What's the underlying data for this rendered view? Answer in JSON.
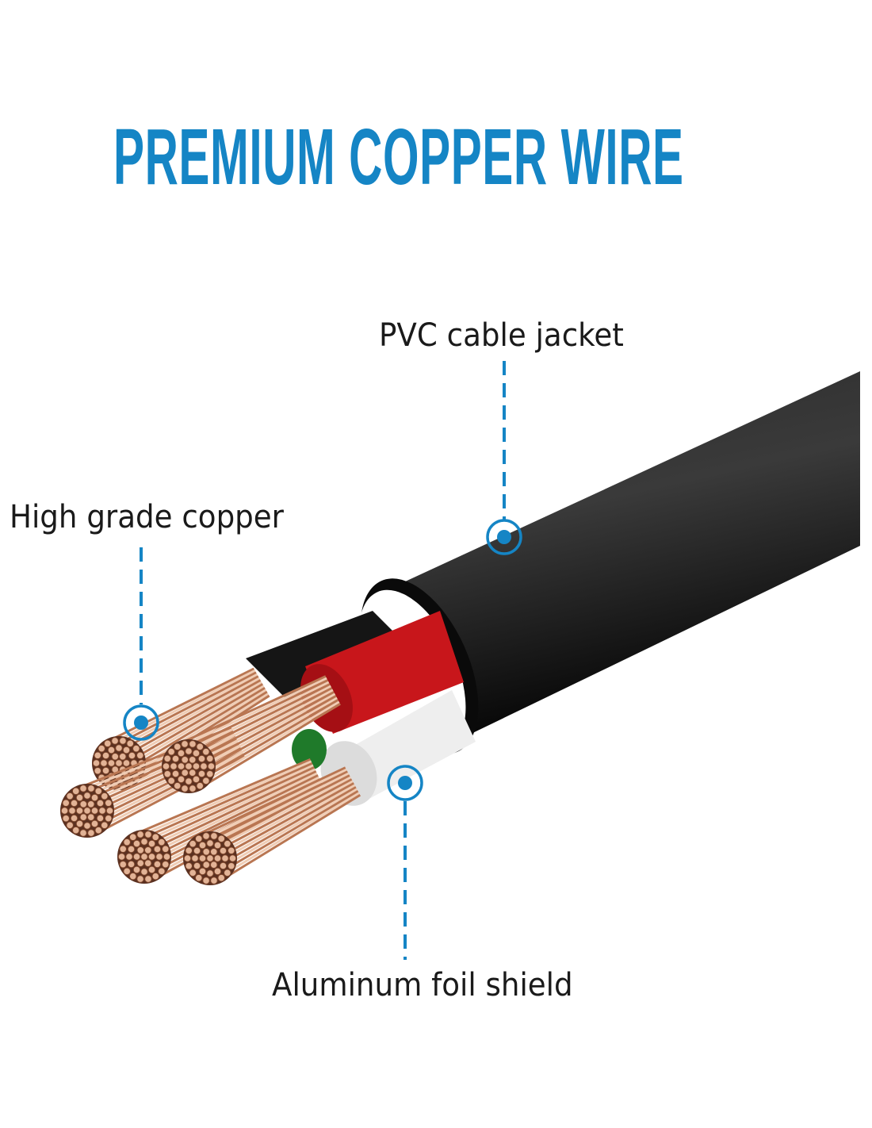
{
  "title": "PREMIUM COPPER WIRE",
  "callouts": {
    "jacket": "PVC cable jacket",
    "copper": "High grade copper",
    "shield": "Aluminum foil shield"
  },
  "colors": {
    "accent": "#1585c5",
    "jacket": "#141414",
    "copper": "#d9a07f",
    "red_sleeve": "#c8161b",
    "white_sleeve": "#eeeeee",
    "green_sleeve": "#1f7a2a"
  }
}
